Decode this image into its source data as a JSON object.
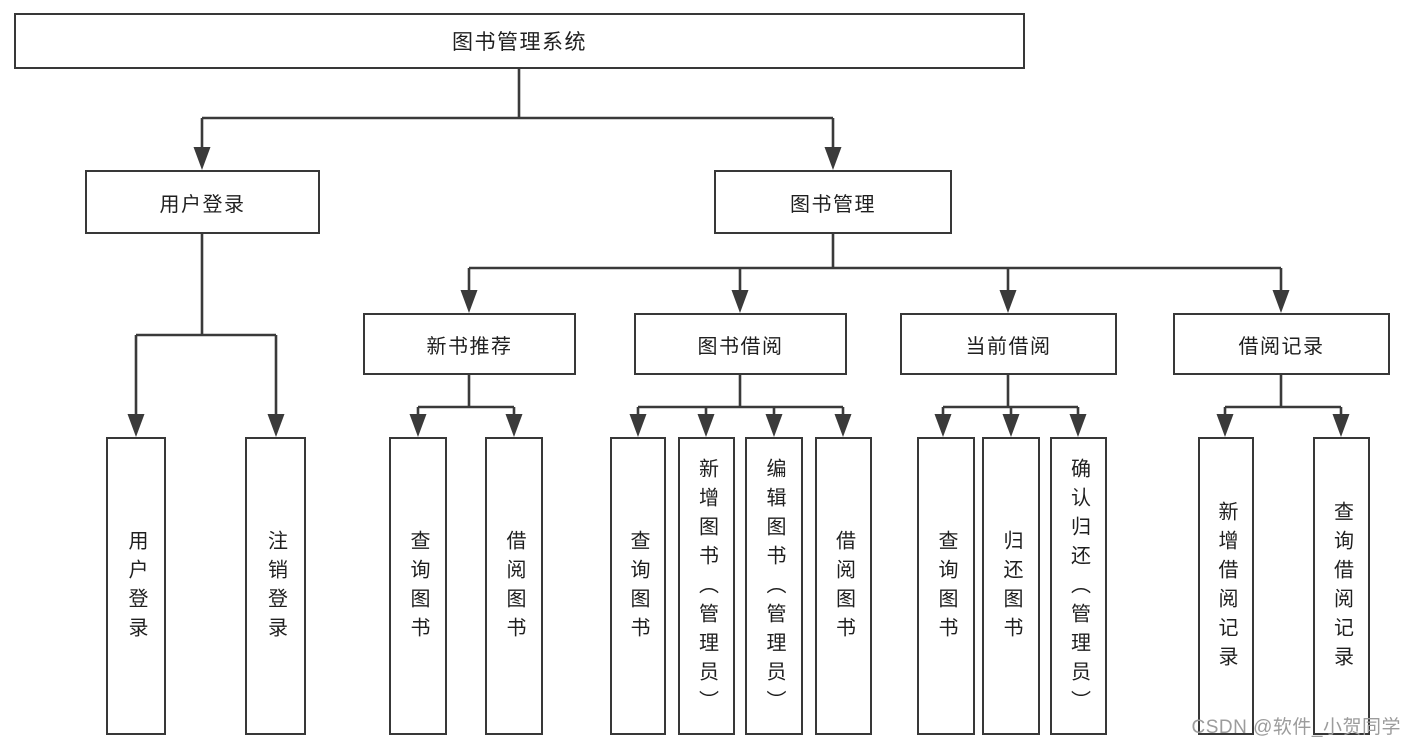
{
  "tree": {
    "root": {
      "label": "图书管理系统"
    },
    "branches": [
      {
        "label": "用户登录",
        "leaves": [
          {
            "label": "用户登录"
          },
          {
            "label": "注销登录"
          }
        ]
      },
      {
        "label": "图书管理",
        "groups": [
          {
            "label": "新书推荐",
            "leaves": [
              {
                "label": "查询图书"
              },
              {
                "label": "借阅图书"
              }
            ]
          },
          {
            "label": "图书借阅",
            "leaves": [
              {
                "label": "查询图书"
              },
              {
                "label": "新增图书（管理员）"
              },
              {
                "label": "编辑图书（管理员）"
              },
              {
                "label": "借阅图书"
              }
            ]
          },
          {
            "label": "当前借阅",
            "leaves": [
              {
                "label": "查询图书"
              },
              {
                "label": "归还图书"
              },
              {
                "label": "确认归还（管理员）"
              }
            ]
          },
          {
            "label": "借阅记录",
            "leaves": [
              {
                "label": "新增借阅记录"
              },
              {
                "label": "查询借阅记录"
              }
            ]
          }
        ]
      }
    ]
  },
  "watermark": {
    "text": "CSDN @软件_小贺同学"
  },
  "colors": {
    "line": "#3a3a3a",
    "box_border": "#383838",
    "text": "#1f1f1f",
    "watermark": "#9c9c9c",
    "background": "#ffffff"
  }
}
